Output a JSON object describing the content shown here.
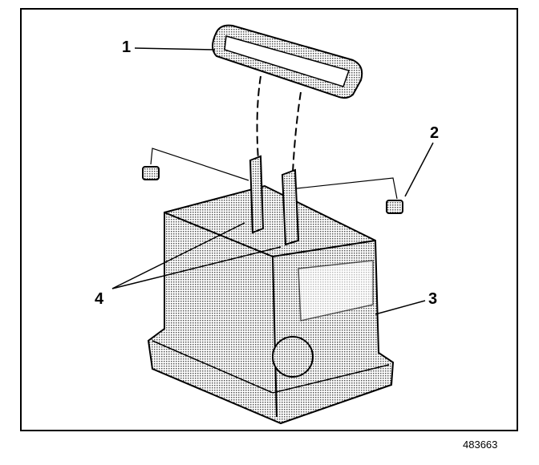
{
  "callouts": {
    "c1": "1",
    "c2": "2",
    "c3": "3",
    "c4": "4"
  },
  "figure_ref": "483663"
}
